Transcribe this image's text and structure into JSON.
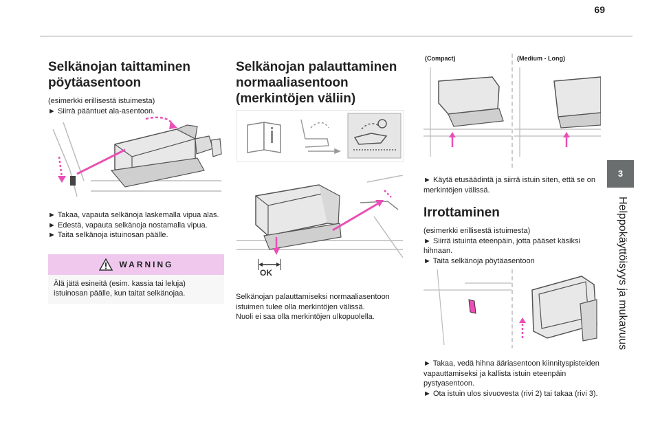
{
  "page": {
    "number": "69",
    "section_tab": "3",
    "section_title": "Helppokäyttöisyys ja mukavuus"
  },
  "col1": {
    "heading": "Selkänojan taittaminen pöytäasentoon",
    "intro_line1": "(esimerkki erillisestä istuimesta)",
    "intro_line2": "► Siirrä pääntuet ala-asentoon.",
    "step1": "► Takaa, vapauta selkänoja laskemalla vipua alas.",
    "step2": "► Edestä, vapauta selkänoja nostamalla vipua.",
    "step3": "► Taita selkänoja istuinosan päälle.",
    "warning_title": "WARNING",
    "warning_text": "Älä jätä esineitä (esim. kassia tai leluja) istuinosan päälle, kun taitat selkänojaa."
  },
  "col2": {
    "heading": "Selkänojan palauttaminen normaaliasentoon (merkintöjen väliin)",
    "ok_label": "OK",
    "caption_line1": "Selkänojan palauttamiseksi normaaliasentoon istuimen tulee olla merkintöjen välissä.",
    "caption_line2": "Nuoli ei saa olla merkintöjen ulkopuolella."
  },
  "col3": {
    "label_compact": "(Compact)",
    "label_medium_long": "(Medium - Long)",
    "step_move": "► Käytä etusäädintä ja siirrä istuin siten, että se on merkintöjen välissä.",
    "heading": "Irrottaminen",
    "intro_line1": "(esimerkki erillisestä istuimesta)",
    "intro_line2": "► Siirrä istuinta eteenpäin, jotta pääset käsiksi hihnaan.",
    "intro_line3": "► Taita selkänoja pöytäasentoon",
    "step_pull": "► Takaa, vedä hihna ääriasentoon kiinnityspisteiden vapauttamiseksi ja kallista istuin eteenpäin pystyasentoon.",
    "step_out": "► Ota istuin ulos sivuovesta (rivi 2) tai takaa (rivi 3)."
  },
  "colors": {
    "accent_pink": "#ea4fb5",
    "warning_bg": "#f0c8ee",
    "tab_gray": "#6a6e6e"
  }
}
